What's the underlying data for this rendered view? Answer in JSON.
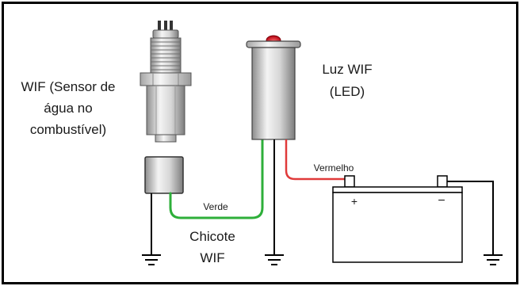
{
  "labels": {
    "sensor_line1": "WIF (Sensor de",
    "sensor_line2": "água no",
    "sensor_line3": "combustível)",
    "led_line1": "Luz WIF",
    "led_line2": "(LED)",
    "harness_line1": "Chicote",
    "harness_line2": "WIF",
    "wire_green": "Verde",
    "wire_red": "Vermelho",
    "battery_plus": "+",
    "battery_minus": "−"
  },
  "colors": {
    "frame": "#000000",
    "wire_green": "#2eaf3a",
    "wire_red": "#e03a3a",
    "ground": "#000000",
    "metal_light": "#e8e8e8",
    "metal_dark": "#9a9a9a",
    "led_red": "#d8141c"
  }
}
